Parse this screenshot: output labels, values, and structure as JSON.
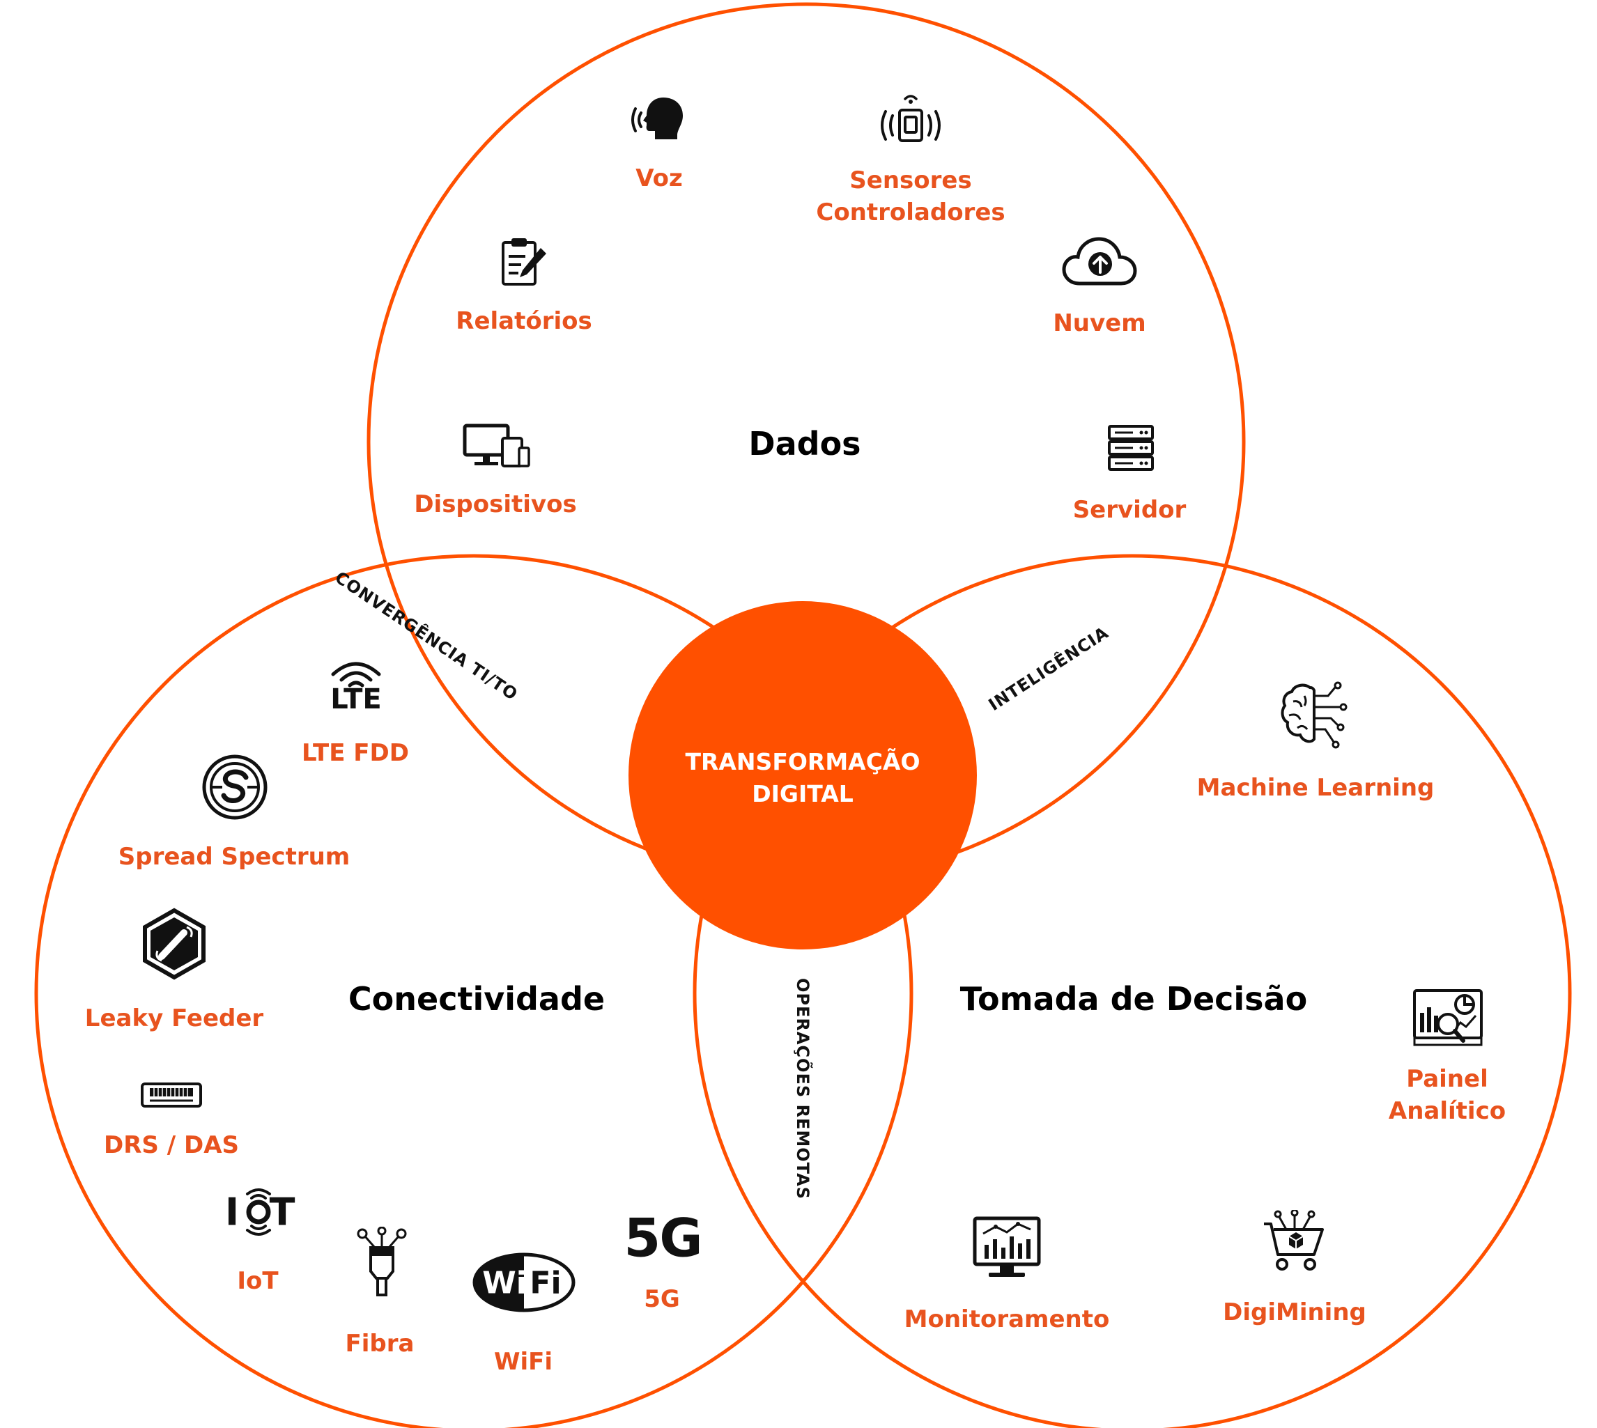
{
  "colors": {
    "accent": "#FF5000",
    "label": "#E8531E",
    "ink": "#111111"
  },
  "sets": {
    "dados": "Dados",
    "conectividade": "Conectividade",
    "decisao": "Tomada de Decisão"
  },
  "center": {
    "line1": "TRANSFORMAÇÃO",
    "line2": "DIGITAL"
  },
  "overlaps": {
    "dados_conectividade": "CONVERGÊNCIA TI/TO",
    "dados_decisao": "INTELIGÊNCIA",
    "conectividade_decisao": "OPERAÇÕES REMOTAS"
  },
  "dados_items": {
    "voz": "Voz",
    "sensores_line1": "Sensores",
    "sensores_line2": "Controladores",
    "relatorios": "Relatórios",
    "nuvem": "Nuvem",
    "dispositivos": "Dispositivos",
    "servidor": "Servidor"
  },
  "conectividade_items": {
    "lte": "LTE FDD",
    "spread": "Spread Spectrum",
    "leaky": "Leaky Feeder",
    "drs": "DRS / DAS",
    "iot": "IoT",
    "fibra": "Fibra",
    "wifi": "WiFi",
    "g5": "5G"
  },
  "decisao_items": {
    "ml": "Machine Learning",
    "painel_line1": "Painel",
    "painel_line2": "Analítico",
    "monitoramento": "Monitoramento",
    "digimining": "DigiMining"
  },
  "icons": {
    "voz": "speaking-head-icon",
    "sensores": "sensor-icon",
    "relatorios": "clipboard-icon",
    "nuvem": "cloud-upload-icon",
    "dispositivos": "devices-icon",
    "servidor": "server-icon",
    "lte": "lte-icon",
    "spread": "spread-spectrum-icon",
    "leaky": "leaky-feeder-icon",
    "drs": "drs-das-icon",
    "iot": "iot-icon",
    "fibra": "fiber-connector-icon",
    "wifi": "wifi-logo-icon",
    "g5": "5g-icon",
    "ml": "brain-circuit-icon",
    "painel": "analytics-dashboard-icon",
    "monitoramento": "monitor-chart-icon",
    "digimining": "cart-icon"
  },
  "icon_text": {
    "lte": "LTE",
    "g5": "5G",
    "wifi_a": "Wi",
    "wifi_b": "Fi",
    "iot_a": "I",
    "iot_b": "T"
  }
}
